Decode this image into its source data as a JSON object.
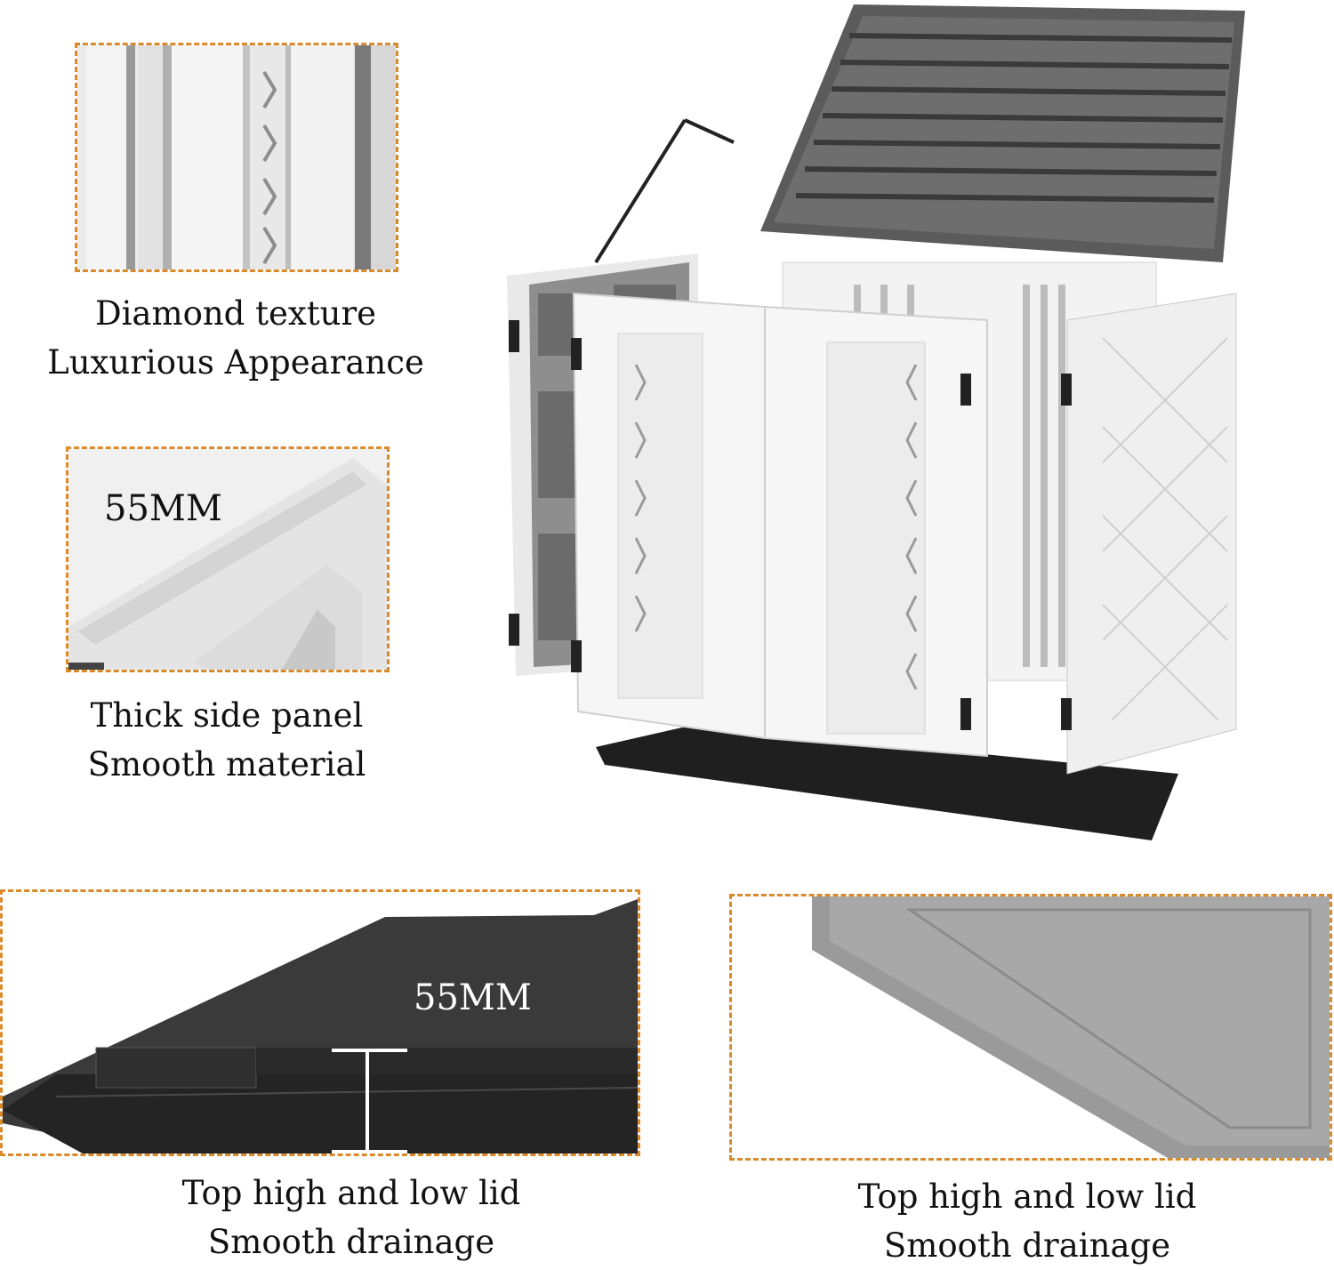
{
  "insets": {
    "diamond": {
      "caption_line1": "Diamond texture",
      "caption_line2": "Luxurious Appearance"
    },
    "side_panel": {
      "measurement": "55MM",
      "caption_line1": "Thick side panel",
      "caption_line2": "Smooth material"
    },
    "base_lid": {
      "measurement": "55MM",
      "caption_line1": "Top high and low lid",
      "caption_line2": "Smooth drainage"
    },
    "grey_lid": {
      "caption_line1": "Top high and low lid",
      "caption_line2": "Smooth drainage"
    }
  },
  "colors": {
    "dashed_border": "#d98a2b",
    "panel_white": "#f2f2f2",
    "lid_grey": "#6e6e6e",
    "base_black": "#2a2a2a"
  }
}
